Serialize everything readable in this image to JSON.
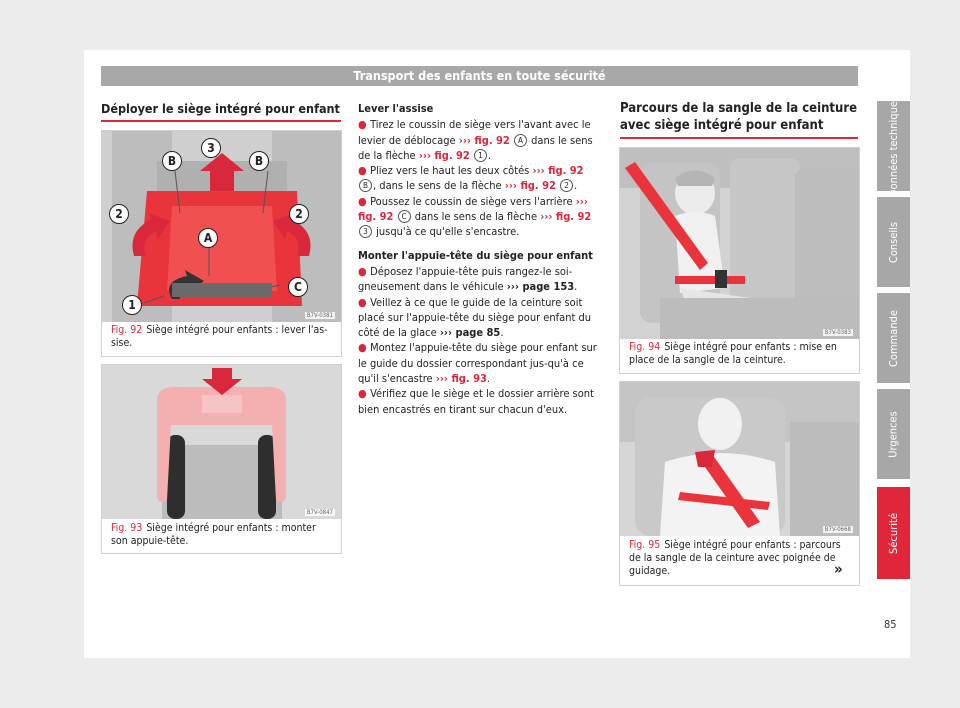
{
  "header": {
    "title": "Transport des enfants en toute sécurité"
  },
  "left": {
    "title": "Déployer le siège intégré pour enfant",
    "fig92": {
      "code": "B7V-0381",
      "num": "Fig. 92",
      "caption": "Siège intégré pour enfants : lever l'as-sise.",
      "callouts": {
        "b1": "B",
        "b2": "B",
        "three": "3",
        "two_l": "2",
        "two_r": "2",
        "a": "A",
        "c": "C",
        "one": "1"
      }
    },
    "fig93": {
      "code": "B7V-0847",
      "num": "Fig. 93",
      "caption": "Siège intégré pour enfants : monter son appuie-tête."
    }
  },
  "middle": {
    "h1": "Lever l'assise",
    "b1_pre": "Tirez le coussin de siège vers l'avant avec le levier de déblocage ",
    "b1_ref1": "››› fig. 92",
    "b1_badge1": "A",
    "b1_mid": " dans le sens de la flèche ",
    "b1_ref2": "››› fig. 92",
    "b1_badge2": "1",
    "b1_end": ".",
    "b2_pre": "Pliez vers le haut les deux côtés ",
    "b2_ref1": "››› fig. 92",
    "b2_badge1": "B",
    "b2_mid": ", dans le sens de la flèche ",
    "b2_ref2": "››› fig. 92",
    "b2_badge2": "2",
    "b2_end": ".",
    "b3_pre": "Poussez le coussin de siège vers l'arrière ",
    "b3_ref1": "››› fig. 92",
    "b3_badge1": "C",
    "b3_mid": " dans le sens de la flèche ",
    "b3_ref2": "››› fig. 92",
    "b3_badge2": "3",
    "b3_end": " jusqu'à ce qu'elle s'encastre.",
    "h2": "Monter l'appuie-tête du siège pour enfant",
    "b4_pre": "Déposez l'appuie-tête puis rangez-le soi-gneusement dans le véhicule ",
    "b4_ref": "››› page 153",
    "b4_end": ".",
    "b5_pre": "Veillez à ce que le guide de la ceinture soit placé sur l'appuie-tête du siège pour enfant du côté de la glace ",
    "b5_ref": "››› page 85",
    "b5_end": ".",
    "b6_pre": "Montez l'appuie-tête du siège pour enfant sur le guide du dossier correspondant jus-qu'à ce qu'il s'encastre ",
    "b6_ref": "››› fig. 93",
    "b6_end": ".",
    "b7": "Vérifiez que le siège et le dossier arrière sont bien encastrés en tirant sur chacun d'eux."
  },
  "right": {
    "title_l1": "Parcours de la sangle de la ceinture",
    "title_l2": "avec siège intégré pour enfant",
    "fig94": {
      "code": "B7V-0383",
      "num": "Fig. 94",
      "caption": "Siège intégré pour enfants : mise en place de la sangle de la ceinture."
    },
    "fig95": {
      "code": "B7V-0668",
      "num": "Fig. 95",
      "caption": "Siège intégré pour enfants : parcours de la sangle de la ceinture avec poignée de guidage."
    },
    "continue": "»"
  },
  "tabs": [
    {
      "label": "Données techniques"
    },
    {
      "label": "Conseils"
    },
    {
      "label": "Commande"
    },
    {
      "label": "Urgences"
    },
    {
      "label": "Sécurité"
    }
  ],
  "page_number": "85",
  "colors": {
    "accent": "#e2263a",
    "tab_inactive": "#a7a7a7",
    "header": "#a8a8a8"
  }
}
